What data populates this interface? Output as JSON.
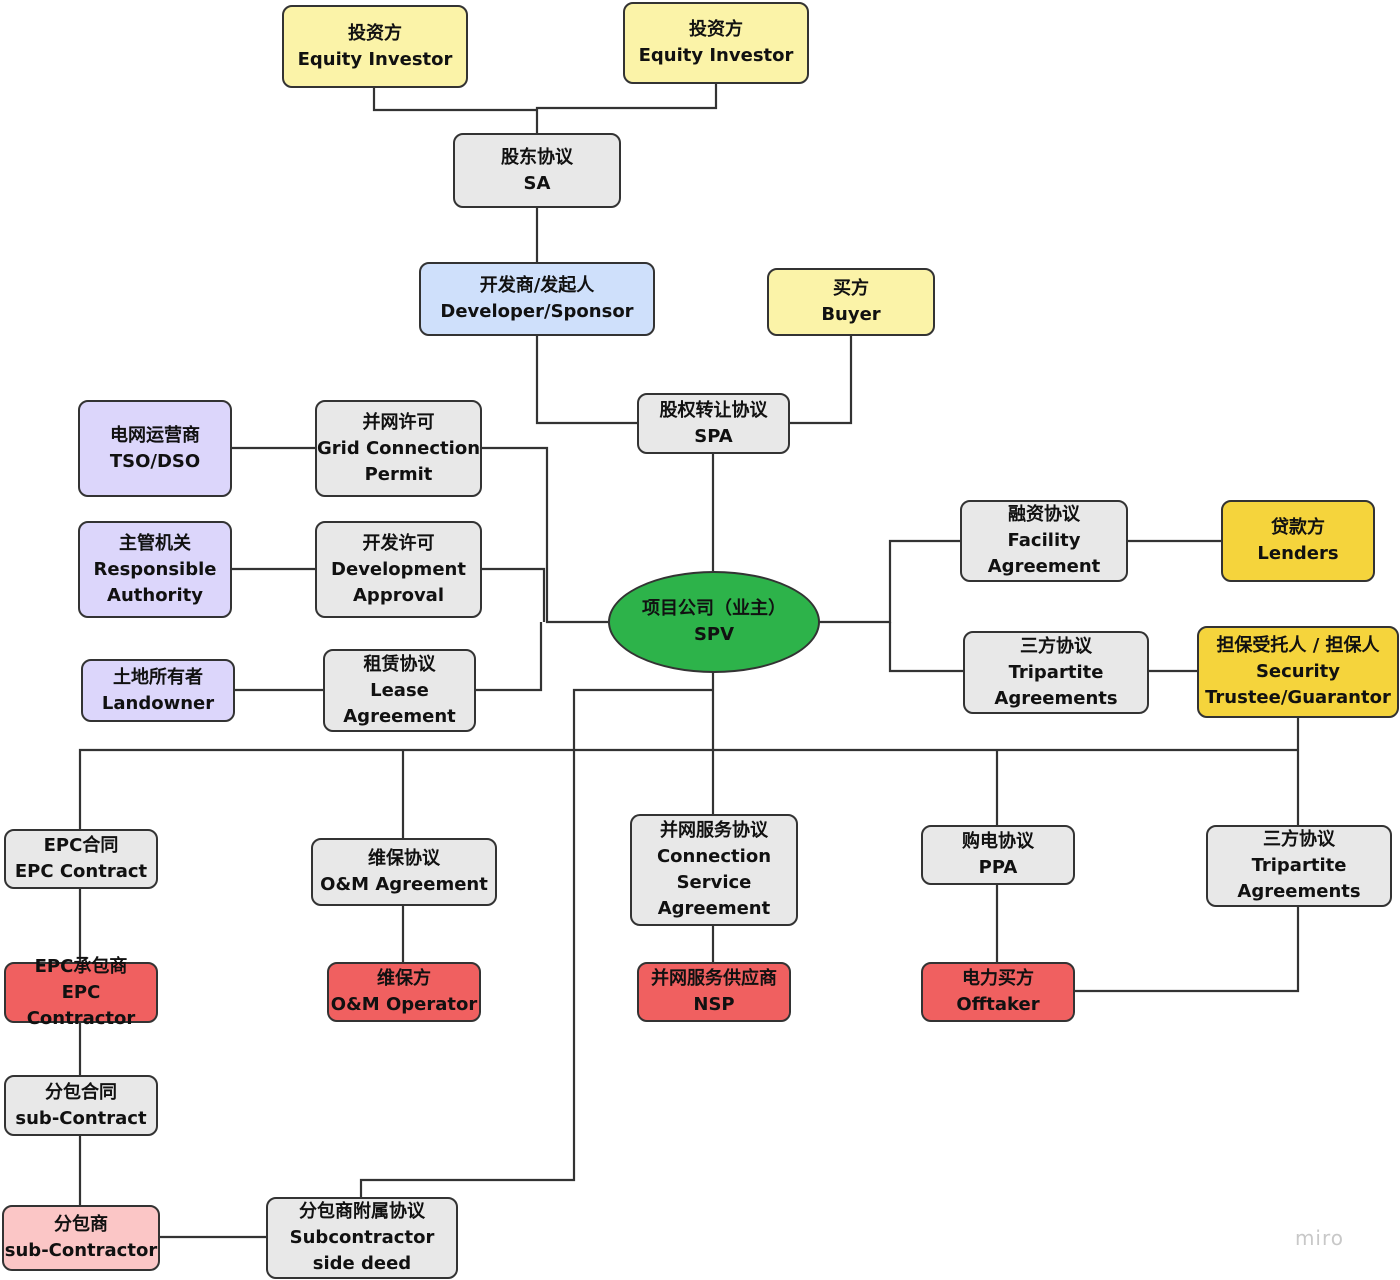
{
  "diagram": {
    "nodes": [
      {
        "id": "inv1",
        "zh": "投资方",
        "en": "Equity Investor",
        "fill": "#fbf3a8"
      },
      {
        "id": "inv2",
        "zh": "投资方",
        "en": "Equity Investor",
        "fill": "#fbf3a8"
      },
      {
        "id": "sa",
        "zh": "股东协议",
        "en": "SA",
        "fill": "#e8e8e8"
      },
      {
        "id": "dev",
        "zh": "开发商/发起人",
        "en": "Developer/Sponsor",
        "fill": "#cfe0fb"
      },
      {
        "id": "buyer",
        "zh": "买方",
        "en": "Buyer",
        "fill": "#fbf3a8"
      },
      {
        "id": "spa",
        "zh": "股权转让协议",
        "en": "SPA",
        "fill": "#e8e8e8"
      },
      {
        "id": "tso",
        "zh": "电网运营商",
        "en": "TSO/DSO",
        "fill": "#dcd6fb"
      },
      {
        "id": "gcp",
        "zh": "并网许可",
        "en": "Grid Connection\nPermit",
        "fill": "#e8e8e8"
      },
      {
        "id": "auth",
        "zh": "主管机关",
        "en": "Responsible\nAuthority",
        "fill": "#dcd6fb"
      },
      {
        "id": "devapp",
        "zh": "开发许可",
        "en": "Development\nApproval",
        "fill": "#e8e8e8"
      },
      {
        "id": "land",
        "zh": "土地所有者",
        "en": "Landowner",
        "fill": "#dcd6fb"
      },
      {
        "id": "lease",
        "zh": "租赁协议",
        "en": "Lease\nAgreement",
        "fill": "#e8e8e8"
      },
      {
        "id": "spv",
        "zh": "项目公司（业主）",
        "en": "SPV",
        "fill": "#2db34a"
      },
      {
        "id": "fac",
        "zh": "融资协议",
        "en": "Facility\nAgreement",
        "fill": "#e8e8e8"
      },
      {
        "id": "lenders",
        "zh": "贷款方",
        "en": "Lenders",
        "fill": "#f5d43c"
      },
      {
        "id": "tri1",
        "zh": "三方协议",
        "en": "Tripartite\nAgreements",
        "fill": "#e8e8e8"
      },
      {
        "id": "sec",
        "zh": "担保受托人 / 担保人",
        "en": "Security\nTrustee/Guarantor",
        "fill": "#f5d43c"
      },
      {
        "id": "epc",
        "zh": "EPC合同",
        "en": "EPC Contract",
        "fill": "#e8e8e8"
      },
      {
        "id": "om",
        "zh": "维保协议",
        "en": "O&M Agreement",
        "fill": "#e8e8e8"
      },
      {
        "id": "csa",
        "zh": "并网服务协议",
        "en": "Connection\nService\nAgreement",
        "fill": "#e8e8e8"
      },
      {
        "id": "ppa",
        "zh": "购电协议",
        "en": "PPA",
        "fill": "#e8e8e8"
      },
      {
        "id": "tri2",
        "zh": "三方协议",
        "en": "Tripartite\nAgreements",
        "fill": "#e8e8e8"
      },
      {
        "id": "epcc",
        "zh": "EPC承包商",
        "en": "EPC Contractor",
        "fill": "#f06060"
      },
      {
        "id": "omop",
        "zh": "维保方",
        "en": "O&M Operator",
        "fill": "#f06060"
      },
      {
        "id": "nsp",
        "zh": "并网服务供应商",
        "en": "NSP",
        "fill": "#f06060"
      },
      {
        "id": "offt",
        "zh": "电力买方",
        "en": "Offtaker",
        "fill": "#f06060"
      },
      {
        "id": "subc",
        "zh": "分包合同",
        "en": "sub-Contract",
        "fill": "#e8e8e8"
      },
      {
        "id": "subcon",
        "zh": "分包商",
        "en": "sub-Contractor",
        "fill": "#fbc6c6"
      },
      {
        "id": "subdeed",
        "zh": "分包商附属协议",
        "en": "Subcontractor\nside deed",
        "fill": "#e8e8e8"
      }
    ],
    "watermark": "miro"
  }
}
